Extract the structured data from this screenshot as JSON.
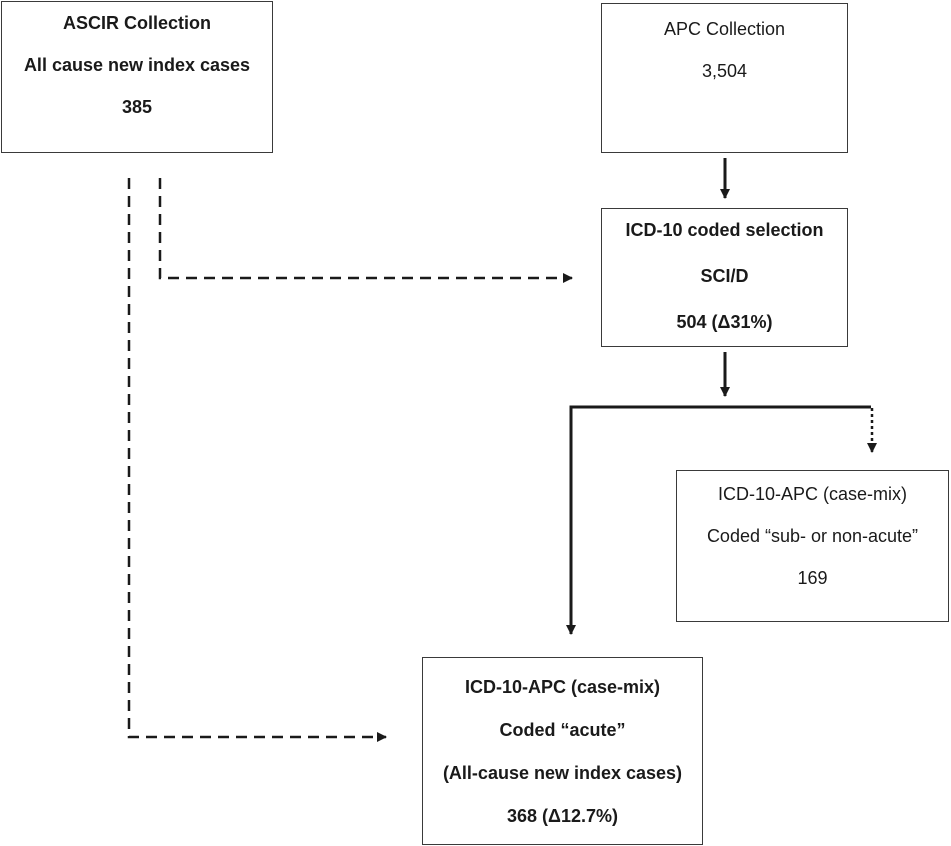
{
  "boxes": {
    "ascir": {
      "lines": [
        "ASCIR Collection",
        "All cause new index cases",
        "385"
      ]
    },
    "apc": {
      "lines": [
        "APC Collection",
        "3,504"
      ]
    },
    "icd10": {
      "lines": [
        "ICD-10 coded selection",
        "SCI/D",
        "504 (Δ31%)"
      ]
    },
    "subacute": {
      "lines": [
        "ICD-10-APC (case-mix)",
        "Coded “sub- or non-acute”",
        "169"
      ]
    },
    "acute": {
      "lines": [
        "ICD-10-APC (case-mix)",
        "Coded “acute”",
        "(All-cause new index cases)",
        "368 (Δ12.7%)"
      ]
    }
  },
  "colors": {
    "line": "#1a1a1a",
    "border": "#3a3a3a"
  }
}
